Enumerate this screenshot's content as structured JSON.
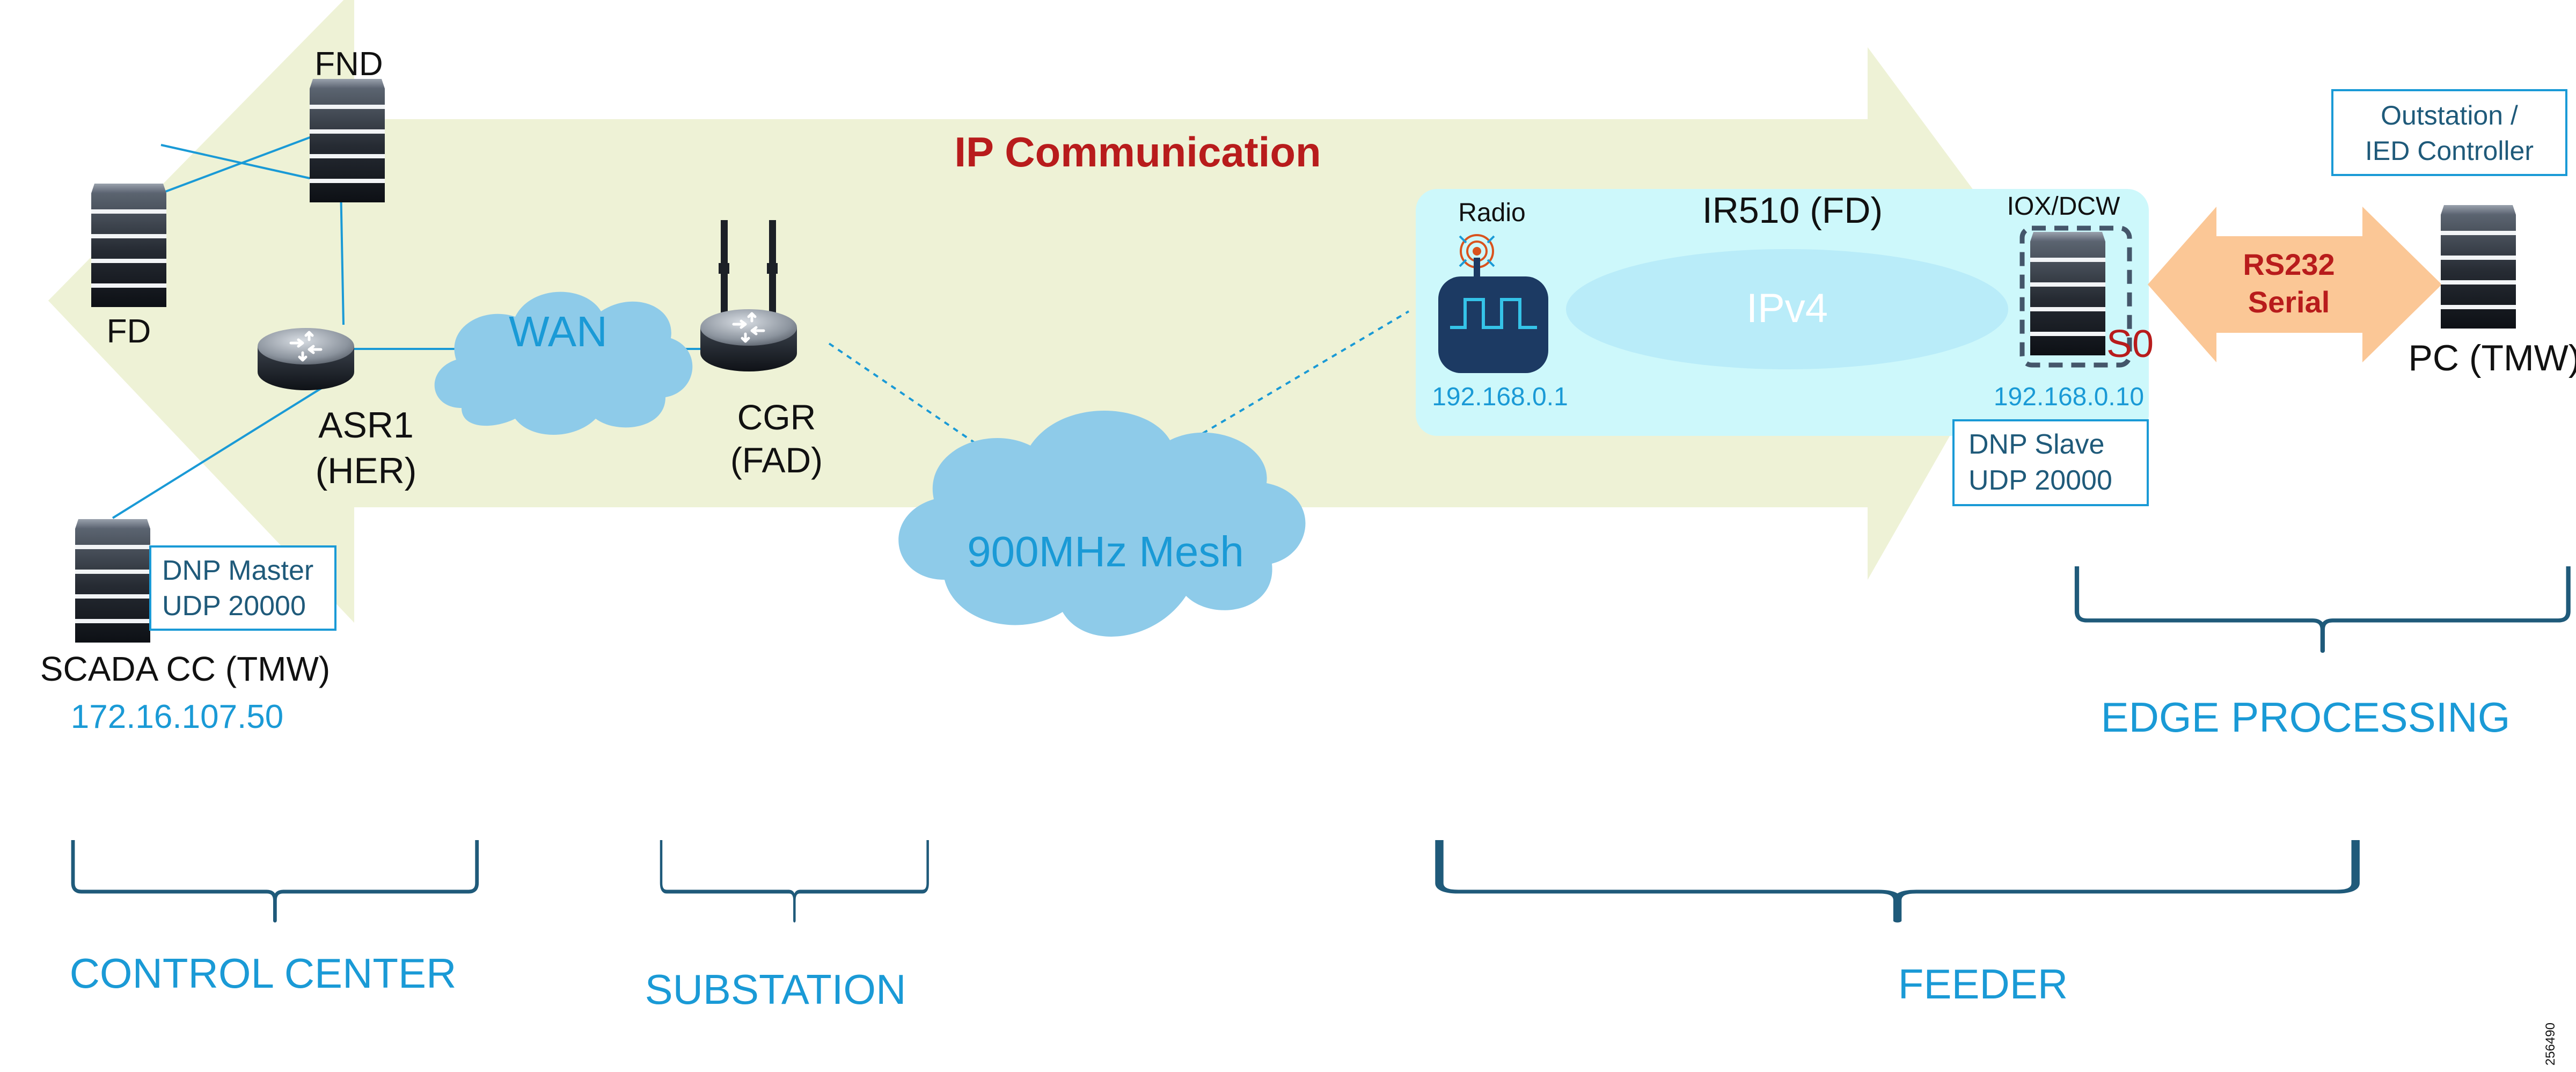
{
  "banner": {
    "title": "IP Communication"
  },
  "devices": {
    "fnd": {
      "label": "FND"
    },
    "fd": {
      "label": "FD"
    },
    "asr": {
      "label_line1": "ASR1",
      "label_line2": "(HER)"
    },
    "cgr": {
      "label_line1": "CGR",
      "label_line2": "(FAD)"
    },
    "scada": {
      "label": "SCADA CC (TMW)",
      "ip": "172.16.107.50"
    },
    "pc": {
      "label": "PC (TMW)"
    }
  },
  "clouds": {
    "wan": "WAN",
    "mesh": "900MHz Mesh"
  },
  "ir510": {
    "title": "IR510 (FD)",
    "radio_label": "Radio",
    "radio_ip": "192.168.0.1",
    "ipv4": "IPv4",
    "iox_label": "IOX/DCW",
    "iox_ip": "192.168.0.10",
    "port": "S0"
  },
  "boxes": {
    "dnp_master": [
      "DNP Master",
      "UDP 20000"
    ],
    "dnp_slave": [
      "DNP Slave",
      "UDP 20000"
    ],
    "outstation": [
      "Outstation /",
      "IED Controller"
    ]
  },
  "serial_link": [
    "RS232",
    "Serial"
  ],
  "sections": {
    "control_center": "CONTROL CENTER",
    "substation": "SUBSTATION",
    "feeder": "FEEDER",
    "edge_processing": "EDGE PROCESSING"
  },
  "figure_id": "256490",
  "colors": {
    "banner_arrow": "#eef2d6",
    "ir510_panel": "#cdf8fb",
    "cloud": "#8ecbe9",
    "serial_arrow": "#fbc796",
    "label_blue": "#1a9ad6",
    "accent_red": "#b81c1c"
  },
  "icons": [
    "server-icon",
    "router-icon",
    "radio-icon",
    "cloud-shape",
    "curly-brace"
  ]
}
